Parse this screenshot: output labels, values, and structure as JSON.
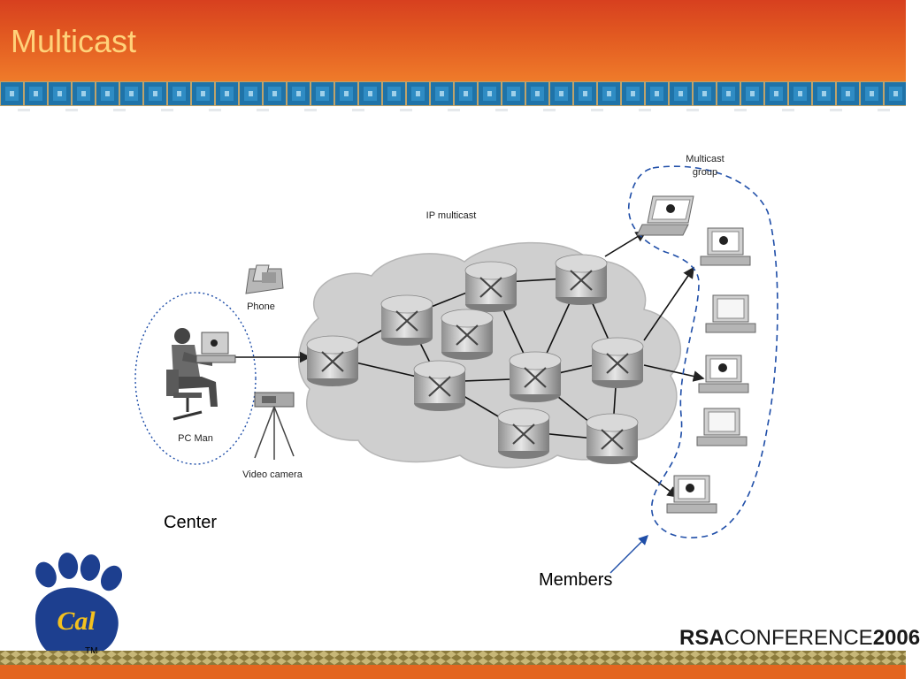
{
  "slide": {
    "title": "Multicast"
  },
  "diagram": {
    "phone_label": "Phone",
    "ip_multicast_label": "IP multicast",
    "group_label_1": "Multicast",
    "group_label_2": "group",
    "pc_man_label": "PC Man",
    "video_camera_label": "Video camera"
  },
  "annotations": {
    "center": "Center",
    "members": "Members"
  },
  "branding": {
    "logo_text": "Cal",
    "tm": "TM",
    "conference_prefix": "RSA",
    "conference_name": "CONFERENCE",
    "conference_year": "2006"
  },
  "colors": {
    "header_top": "#d7401f",
    "header_bottom": "#ef7b2a",
    "title": "#ffd27a",
    "band_blue": "#1f73a8",
    "logo_blue": "#1d3f8f",
    "logo_gold": "#f4c11e"
  },
  "icons": [
    "router-icon",
    "laptop-icon",
    "desktop-computer-icon",
    "phone-icon",
    "video-camera-icon",
    "person-at-computer-icon",
    "bear-paw-logo-icon"
  ]
}
